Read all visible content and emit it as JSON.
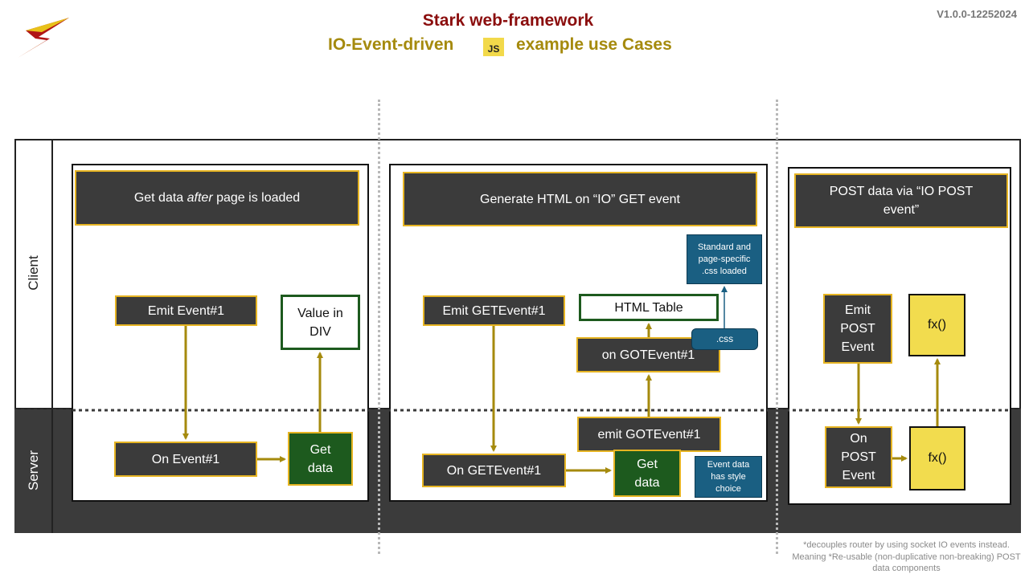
{
  "header": {
    "title": "Stark web-framework",
    "subtitle_left": "IO-Event-driven",
    "js_badge": "JS",
    "subtitle_right": "example use Cases",
    "version": "V1.0.0-12252024"
  },
  "sides": {
    "client": "Client",
    "server": "Server"
  },
  "panel1": {
    "header_pre": "Get data ",
    "header_em": "after",
    "header_post": " page is loaded",
    "emit": "Emit Event#1",
    "value": "Value in DIV",
    "on": "On Event#1",
    "get": "Get data"
  },
  "panel2": {
    "header": "Generate HTML on “IO” GET event",
    "css_note": "Standard and page-specific .css loaded",
    "html_table": "HTML Table",
    "emit": "Emit GETEvent#1",
    "on_got": "on GOTEvent#1",
    "css": ".css",
    "emit_got": "emit GOTEvent#1",
    "on_get": "On GETEvent#1",
    "get": "Get data",
    "event_note": "Event data has style choice"
  },
  "panel3": {
    "header": "POST data via “IO POST event”",
    "emit": "Emit POST Event",
    "fx_client": "fx()",
    "on": "On POST Event",
    "fx_server": "fx()"
  },
  "footnote": "*decouples router by using socket IO events instead. Meaning *Re-usable (non-duplicative non-breaking) POST data components",
  "colors": {
    "title": "#8b0e0e",
    "subtitle": "#a58a0d",
    "node_fill": "#3b3b3b",
    "node_border": "#e6b422",
    "green": "#1d5a1e",
    "yellow": "#f2dc4e",
    "blue": "#1a5f82",
    "arrow": "#a58a0d"
  }
}
